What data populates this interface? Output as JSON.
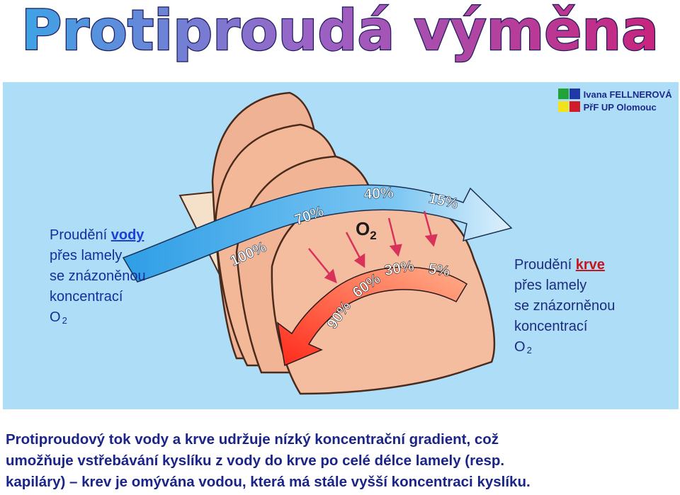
{
  "title": "Protiproudá výměna",
  "author": {
    "name": "Ivana FELLNEROVÁ",
    "institution": "PřF UP Olomouc"
  },
  "colors": {
    "logo": [
      "#22a33a",
      "#1f3aa8",
      "#f2e21a",
      "#d11a2a"
    ],
    "water": "#3aa8e8",
    "blood": "#d6322c",
    "panel": "#aeddf7"
  },
  "left_caption": {
    "line1_prefix": "Proudění ",
    "line1_emph": "vody",
    "line2": "přes lamely",
    "line3": "se znázoněnou",
    "line4": "koncentrací",
    "line5": "O",
    "line5_sub": "2"
  },
  "right_caption": {
    "line1_prefix": "Proudění ",
    "line1_emph": "krve",
    "line2": "přes lamely",
    "line3": "se znázorněnou",
    "line4": "koncentrací",
    "line5": "O",
    "line5_sub": "2"
  },
  "diagram": {
    "o2_label": "O",
    "o2_sub": "2",
    "water_flow": [
      "100%",
      "70%",
      "40%",
      "15%"
    ],
    "blood_flow": [
      "90%",
      "60%",
      "30%",
      "5%"
    ]
  },
  "summary": [
    "Protiproudový tok vody a krve udržuje nízký koncentrační gradient, což",
    "umožňuje vstřebávání kyslíku z vody do krve po celé délce lamely (resp.",
    "kapiláry) – krev je omývána vodou, která má stále vyšší koncentraci kyslíku."
  ]
}
